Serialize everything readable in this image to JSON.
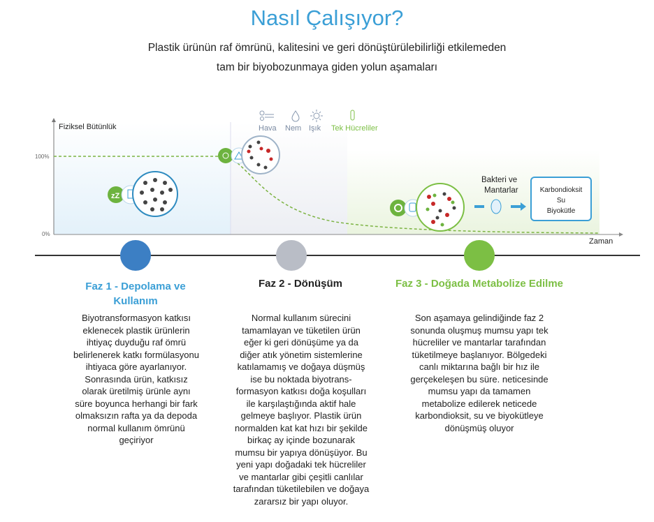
{
  "header": {
    "title": "Nasıl Çalışıyor?",
    "subtitle_line1": "Plastik ürünün raf ömrünü, kalitesini ve geri dönüştürülebilirliği etkilemeden",
    "subtitle_line2": "tam bir biyobozunmaya giden yolun aşamaları"
  },
  "chart": {
    "y_label": "Fiziksel Bütünlük",
    "y_tick_100": "100%",
    "y_tick_0": "0%",
    "x_label": "Zaman",
    "factors": [
      {
        "label": "Hava",
        "icon": "wind-icon"
      },
      {
        "label": "Nem",
        "icon": "droplet-icon"
      },
      {
        "label": "Işık",
        "icon": "sun-icon"
      },
      {
        "label": "Tek Hücreliler",
        "icon": "cell-icon"
      }
    ],
    "microbes_label_1": "Bakteri ve",
    "microbes_label_2": "Mantarlar",
    "outputs": [
      "Karbondioksit",
      "Su",
      "Biyokütle"
    ],
    "colors": {
      "phase1": "#3c7fc4",
      "phase2": "#b9bdc6",
      "phase3": "#7cbf44",
      "accent": "#3b9fd6"
    }
  },
  "phases": [
    {
      "title": "Faz 1 - Depolama ve Kullanım",
      "body": "Biyotransformasyon katkısı eklenecek plastik ürünlerin ihtiyaç duyduğu raf ömrü belirlenerek katkı formülasyonu ihtiyaca göre ayarlanıyor. Sonrasında ürün, katkısız olarak üretilmiş ürünle aynı süre boyunca herhangi bir fark olmaksızın rafta ya da depoda normal kullanım ömrünü geçiriyor"
    },
    {
      "title": "Faz 2 - Dönüşüm",
      "body": "Normal kullanım sürecini tamamlayan ve tüketilen ürün eğer ki geri dönüşüme ya da diğer atık yönetim sistemlerine katılamamış ve doğaya düşmüş ise bu noktada biyotrans-formasyon katkısı doğa koşulları ile karşılaştığında aktif hale gelmeye başlıyor. Plastik ürün normalden kat kat hızı bir şekilde birkaç ay içinde bozunarak mumsu bir yapıya dönüşüyor. Bu yeni yapı doğadaki tek hücreliler ve mantarlar gibi çeşitli canlılar tarafından tüketilebilen ve doğaya zararsız bir yapı oluyor."
    },
    {
      "title": "Faz 3 - Doğada Metabolize Edilme",
      "body": "Son aşamaya gelindiğinde faz 2 sonunda oluşmuş mumsu yapı tek hücreliler ve mantarlar tarafından tüketilmeye başlanıyor. Bölgedeki canlı miktarına bağlı bir hız ile gerçekeleşen bu süre. neticesinde mumsu yapı da tamamen metabolize edilerek neticede karbondioksit, su ve biyokütleye dönüşmüş oluyor"
    }
  ]
}
